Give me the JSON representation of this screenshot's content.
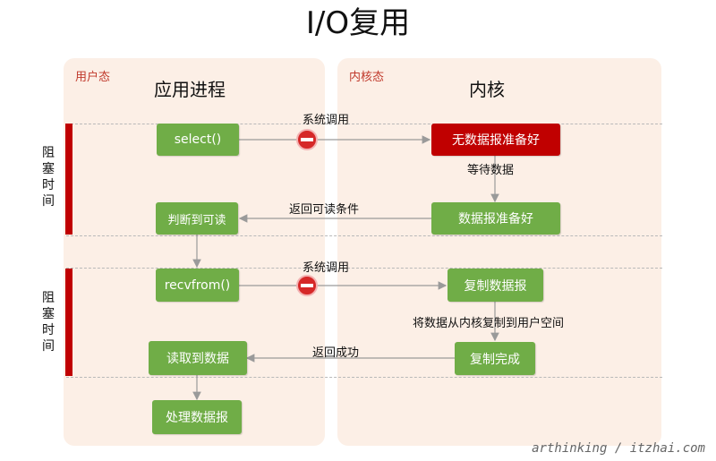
{
  "title": "I/O复用",
  "user_zone": {
    "label": "用户态",
    "title": "应用进程"
  },
  "kernel_zone": {
    "label": "内核态",
    "title": "内核"
  },
  "block_label": [
    "阻",
    "塞",
    "时",
    "间"
  ],
  "user_boxes": {
    "select": "select()",
    "judge": "判断到可读",
    "recvfrom": "recvfrom()",
    "read": "读取到数据",
    "process": "处理数据报"
  },
  "kernel_boxes": {
    "not_ready": "无数据报准备好",
    "ready": "数据报准备好",
    "copy": "复制数据报",
    "done": "复制完成"
  },
  "arrow_labels": {
    "syscall_1": "系统调用",
    "wait": "等待数据",
    "return_readable": "返回可读条件",
    "syscall_2": "系统调用",
    "copy_to_user": "将数据从内核复制到用户空间",
    "return_ok": "返回成功"
  },
  "watermark": "arthinking / itzhai.com",
  "colors": {
    "green_box": "#70ad47",
    "red_box": "#c00000",
    "panel": "#fcefe6",
    "zone_label": "#c0392b"
  },
  "icons": {
    "blocked": "stop-icon"
  }
}
